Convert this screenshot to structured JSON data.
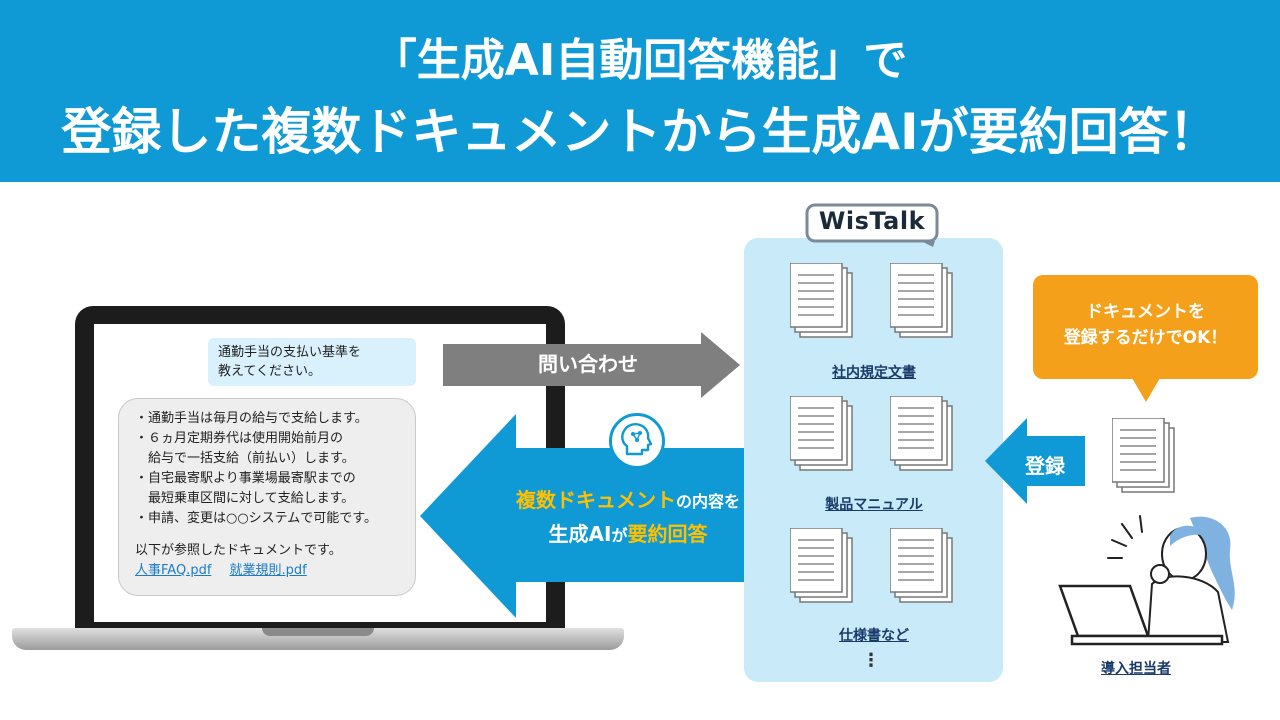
{
  "banner": {
    "line1": "「生成AI自動回答機能」で",
    "line2": "登録した複数ドキュメントから生成AIが要約回答！"
  },
  "chat": {
    "question": [
      "通勤手当の支払い基準を",
      "教えてください。"
    ],
    "answer_lines": [
      "・通勤手当は毎月の給与で支給します。",
      "・６ヵ月定期券代は使用開始前月の",
      "　給与で一括支給（前払い）します。",
      "・自宅最寄駅より事業場最寄駅までの",
      "　最短乗車区間に対して支給します。",
      "・申請、変更は○○システムで可能です。"
    ],
    "reference_intro": "以下が参照したドキュメントです。",
    "reference_docs": [
      "人事FAQ.pdf",
      "就業規則.pdf"
    ]
  },
  "arrows": {
    "inquiry": "問い合わせ",
    "answer_part1": "複数ドキュメント",
    "answer_part2": "の内容を",
    "answer_part3": "生成AI",
    "answer_part4": "が",
    "answer_part5": "要約回答",
    "register": "登録"
  },
  "wistalk": {
    "logo": "WisTalk",
    "doc_labels": [
      "社内規定文書",
      "製品マニュアル",
      "仕様書など"
    ],
    "more": "⋮"
  },
  "callout": {
    "line1": "ドキュメントを",
    "line2": "登録するだけでOK！"
  },
  "person": {
    "label": "導入担当者"
  },
  "colors": {
    "banner": "#0f9ad5",
    "panel": "#c8eaf9",
    "callout": "#f5a01a",
    "highlight": "#ffc000",
    "gray_arrow": "#7f7f7f"
  }
}
